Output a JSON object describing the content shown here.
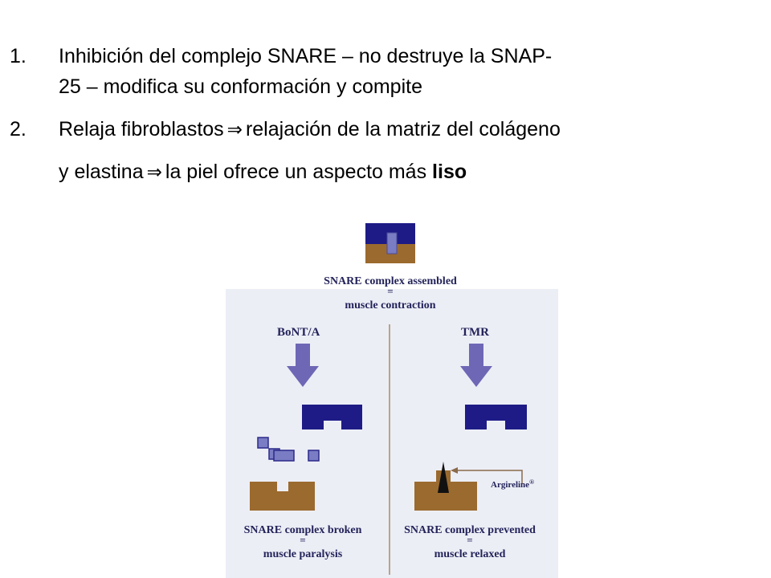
{
  "bullets": [
    {
      "number": "1.",
      "line1": "Inhibición del complejo SNARE – no destruye la SNAP-",
      "line2": "25 – modifica su conformación y compite"
    },
    {
      "number": "2.",
      "line1_a": "Relaja fibroblastos",
      "line1_b": "relajación de la matriz del colágeno",
      "line2_a": "y elastina",
      "line2_b": "la piel ofrece un aspecto más",
      "line2_bold": "liso",
      "arrow_symbol": "⇒"
    }
  ],
  "diagram": {
    "top_caption": "SNARE complex assembled",
    "top_equals": "=",
    "top_result": "muscle contraction",
    "left_label": "BoNT/A",
    "right_label": "TMR",
    "right_pointer_label": "Argireline",
    "right_pointer_mark": "®",
    "left_caption": "SNARE complex broken",
    "left_equals": "=",
    "left_result": "muscle paralysis",
    "right_caption": "SNARE complex prevented",
    "right_equals": "=",
    "right_result": "muscle relaxed",
    "colors": {
      "navy": "#1e1b86",
      "brown": "#9b6a2f",
      "arrow": "#6e67b5",
      "fragment": "#7a7cc4",
      "background": "#eceef6",
      "text": "#23235a"
    }
  }
}
